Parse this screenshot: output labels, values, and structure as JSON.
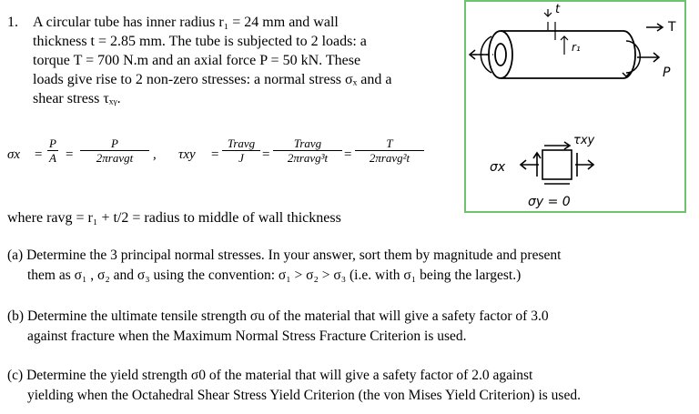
{
  "problem": {
    "number": "1.",
    "intro_lines": [
      "A circular tube has inner radius r₁ = 24 mm and wall",
      "thickness t = 2.85 mm. The tube is subjected to 2 loads: a",
      "torque T = 700 N.m and an axial force P = 50 kN. These",
      "loads give rise to 2 non-zero stresses: a normal stress σₓ and a",
      "shear stress τₓᵧ."
    ],
    "sigma_formula": {
      "lhs": "σx",
      "f1_num": "P",
      "f1_den": "A",
      "f2_num": "P",
      "f2_den": "2πravgt"
    },
    "tau_formula": {
      "lhs": "τxy",
      "f1_num": "Travg",
      "f1_den": "J",
      "f2_num": "Travg",
      "f2_den": "2πravg³t",
      "f3_num": "T",
      "f3_den": "2πravg²t"
    },
    "where_line": "where ravg = r₁ + t/2 = radius to middle of wall thickness"
  },
  "figure": {
    "label_t": "t",
    "label_r1": "r₁",
    "label_T": "T",
    "label_P": "P",
    "label_tau": "τxy",
    "label_sigma": "σx",
    "label_sigma_y": "σy = 0",
    "border_color": "#6fc36f"
  },
  "parts": {
    "a_line1": "(a) Determine the 3 principal normal stresses. In your answer, sort them by magnitude and present",
    "a_line2": "them as σ₁ , σ₂ and σ₃ using the convention: σ₁ > σ₂ > σ₃ (i.e. with σ₁ being the largest.)",
    "b_line1": "(b) Determine the ultimate tensile strength σu of the material that will give a safety factor of 3.0",
    "b_line2": "against fracture when the Maximum Normal Stress Fracture Criterion is used.",
    "c_line1": "(c) Determine the yield strength σ0 of the material that will give a safety factor of 2.0 against",
    "c_line2": "yielding when the Octahedral Shear Stress Yield Criterion (the von Mises Yield Criterion) is used."
  }
}
